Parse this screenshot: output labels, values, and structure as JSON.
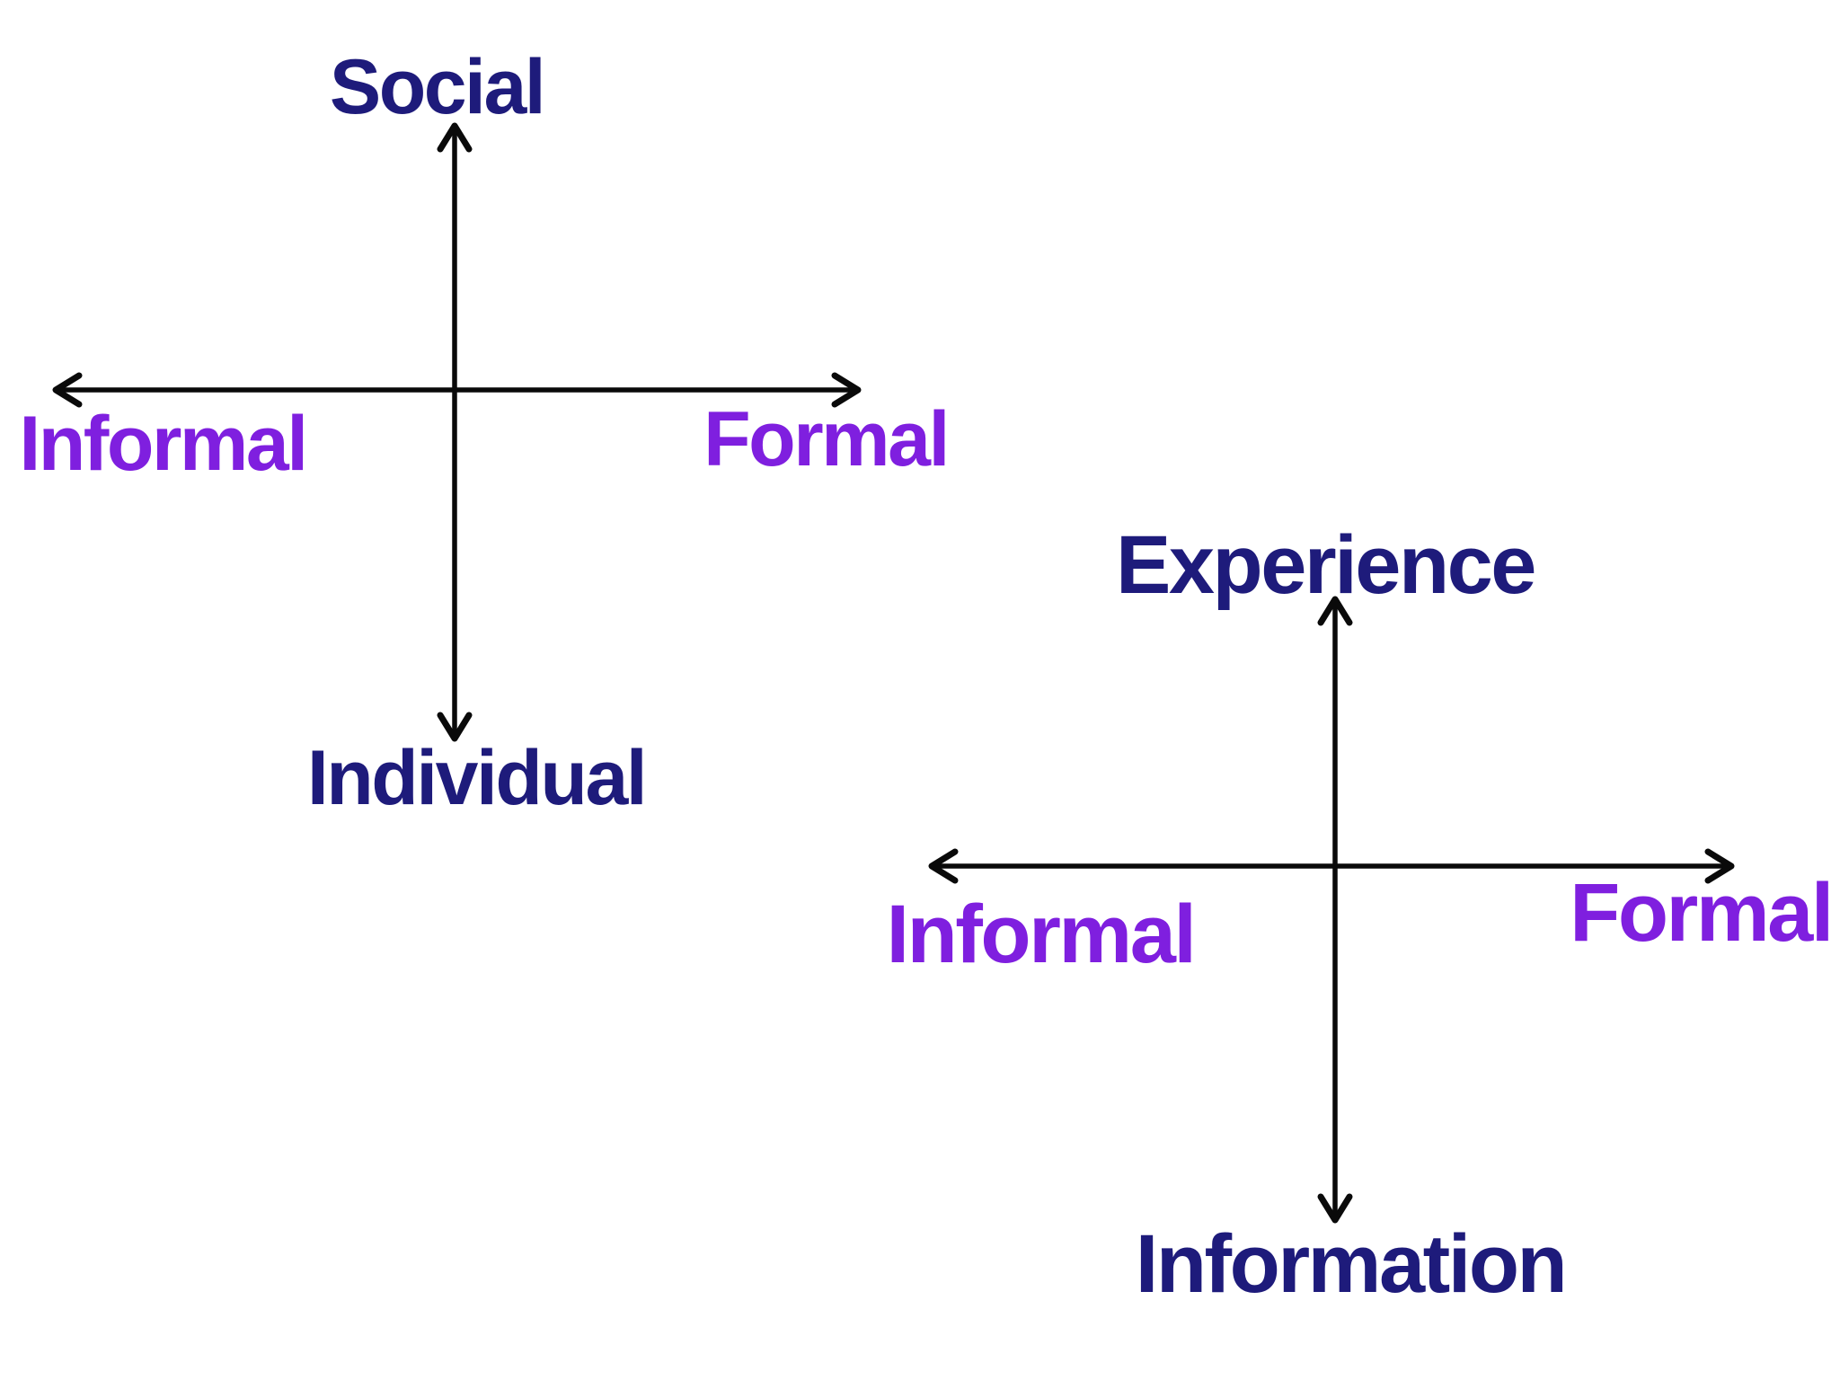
{
  "page": {
    "background": "#ffffff"
  },
  "colors": {
    "axis_label_navy": "#1E1B7B",
    "axis_label_purple": "#7F1FDF",
    "axis_line": "#0a0a0a"
  },
  "diagrams": [
    {
      "name": "social-individual-quadrant",
      "top_label": "Social",
      "bottom_label": "Individual",
      "left_label": "Informal",
      "right_label": "Formal"
    },
    {
      "name": "experience-information-quadrant",
      "top_label": "Experience",
      "bottom_label": "Information",
      "left_label": "Informal",
      "right_label": "Formal"
    }
  ]
}
